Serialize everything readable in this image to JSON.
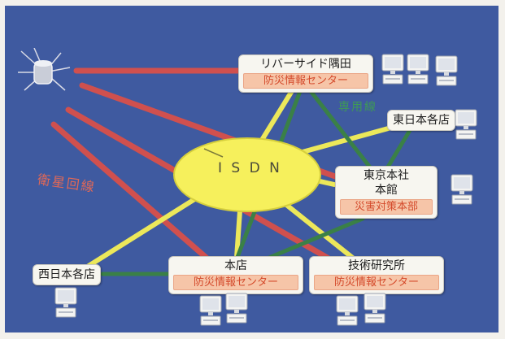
{
  "hub": {
    "label": "I S D N",
    "color": "#f6f05c"
  },
  "labels": {
    "satellite_line": "衛星回線",
    "dedicated_line": "専用線"
  },
  "nodes": {
    "riverside": {
      "title": "リバーサイド隅田",
      "subtitle": "防災情報センター"
    },
    "higashi": {
      "title": "東日本各店"
    },
    "tokyo_hq": {
      "title": "東京本社",
      "title2": "本館",
      "subtitle": "災害対策本部"
    },
    "nishi": {
      "title": "西日本各店"
    },
    "honten": {
      "title": "本店",
      "subtitle": "防災情報センター"
    },
    "gijutsu": {
      "title": "技術研究所",
      "subtitle": "防災情報センター"
    }
  },
  "icons": [
    "satellite-icon",
    "computer-icon"
  ],
  "colors": {
    "background": "#3f5aa0",
    "isdn_line": "#ece85a",
    "satellite_line": "#d8504a",
    "dedicated_line": "#3a8047",
    "subtitle_text": "#d44a2b"
  }
}
